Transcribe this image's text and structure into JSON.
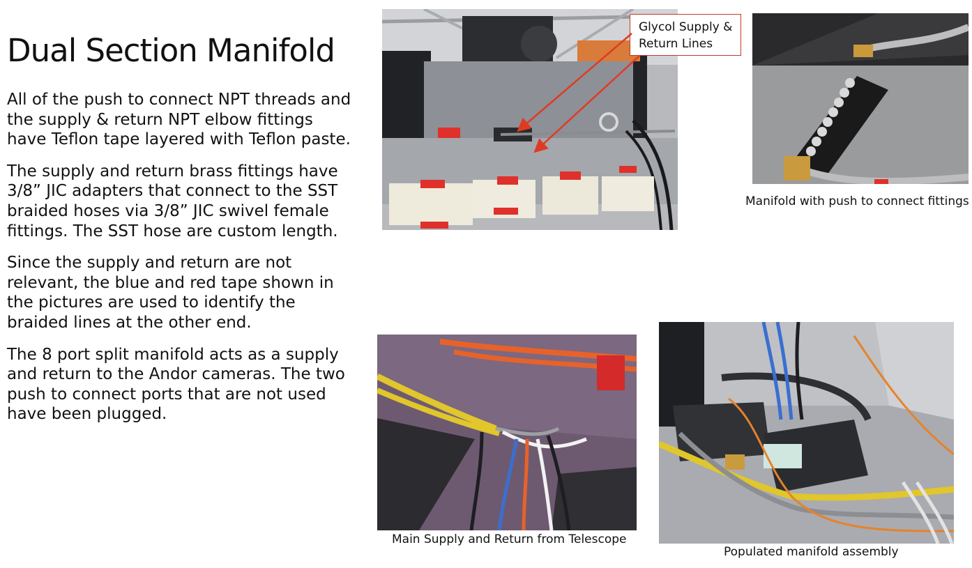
{
  "slide": {
    "title": "Dual Section Manifold",
    "paragraphs": [
      "All of the push to connect NPT threads and the supply & return NPT elbow fittings have Teflon tape layered with Teflon paste.",
      "The supply and return brass fittings have 3/8” JIC adapters that connect to the SST braided hoses via 3/8” JIC swivel female fittings. The SST hose are custom length.",
      "Since the supply and return are not relevant, the blue and red tape shown in the pictures are used to identify the braided lines at the other end.",
      "The 8 port split manifold acts as a supply and return to the Andor cameras. The two push to connect ports that are not used have been plugged."
    ]
  },
  "callout": {
    "line1": "Glycol Supply &",
    "line2": "Return Lines",
    "border_color": "#c0392b",
    "arrow_color": "#e03a24"
  },
  "captions": {
    "manifold": "Manifold with push to connect fittings",
    "main_supply": "Main Supply and Return from Telescope",
    "populated": "Populated manifold assembly"
  }
}
